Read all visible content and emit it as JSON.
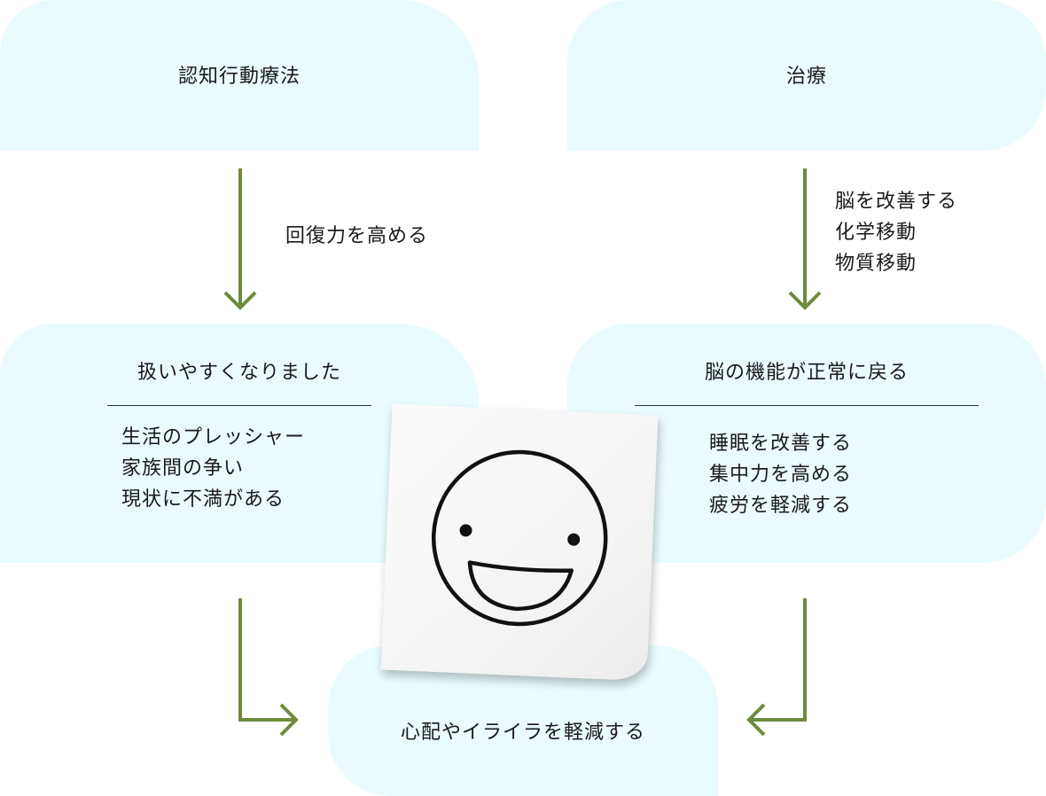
{
  "top_left": {
    "title": "認知行動療法"
  },
  "top_right": {
    "title": "治療"
  },
  "arrow_left_label": "回復力を高める",
  "arrow_right_labels": [
    "脳を改善する",
    "化学移動",
    "物質移動"
  ],
  "middle_left": {
    "title": "扱いやすくなりました",
    "items": [
      "生活のプレッシャー",
      "家族間の争い",
      "現状に不満がある"
    ]
  },
  "middle_right": {
    "title": "脳の機能が正常に戻る",
    "items": [
      "睡眠を改善する",
      "集中力を高める",
      "疲労を軽減する"
    ]
  },
  "bottom": {
    "title": "心配やイライラを軽減する"
  },
  "colors": {
    "box": "#e9fbfd",
    "arrow": "#6e8b3d",
    "text": "#1a1a1a"
  },
  "sticky_note_icon": "smiley-face-icon"
}
